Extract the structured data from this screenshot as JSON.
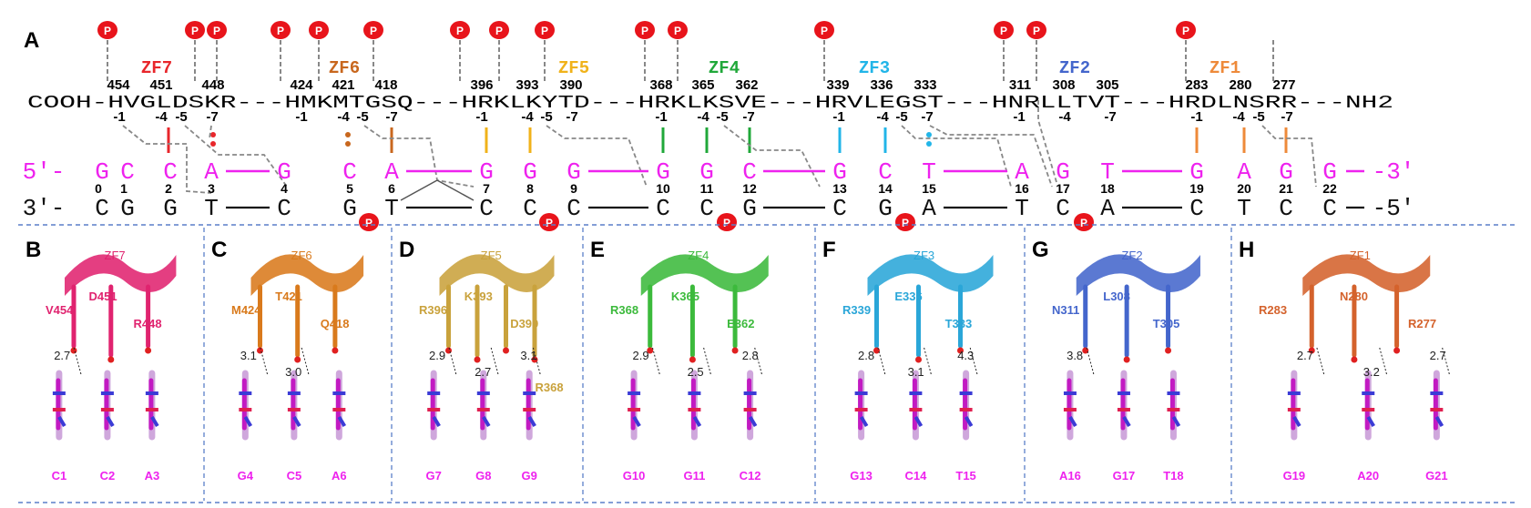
{
  "panel_a": {
    "letter": "A",
    "phospho_mark": "P",
    "fingers": [
      {
        "label": "ZF7",
        "color": "#e8262b"
      },
      {
        "label": "ZF6",
        "color": "#c8671e"
      },
      {
        "label": "ZF5",
        "color": "#f0b21a"
      },
      {
        "label": "ZF4",
        "color": "#20a83a"
      },
      {
        "label": "ZF3",
        "color": "#22b5e8"
      },
      {
        "label": "ZF2",
        "color": "#4466cc"
      },
      {
        "label": "ZF1",
        "color": "#ee8a3a"
      }
    ],
    "residue_numbers": [
      "454",
      "451",
      "448",
      "424",
      "421",
      "418",
      "396",
      "393",
      "390",
      "368",
      "365",
      "362",
      "339",
      "336",
      "333",
      "311",
      "308",
      "305",
      "283",
      "280",
      "277"
    ],
    "protein_sequence": "COOH-HVGLDSKR---HMKMTGSQ---HRKLKYTD---HRKLKSVE---HRVLEGST---HNRLLTVT---HRDLNSRR---NH2",
    "positions": [
      "-1",
      "-4",
      "-5",
      "-7",
      "-1",
      "-4",
      "-5",
      "-7",
      "-1",
      "-4",
      "-5",
      "-7",
      "-1",
      "-4",
      "-5",
      "-7",
      "-1",
      "-4",
      "-5",
      "-7",
      "-1",
      "-4",
      "-7",
      "-1",
      "-4",
      "-5",
      "-7"
    ],
    "top_strand": [
      "5′-",
      "G",
      "C",
      "C",
      "A",
      "G",
      "C",
      "A",
      "G",
      "G",
      "G",
      "G",
      "G",
      "C",
      "G",
      "C",
      "T",
      "A",
      "G",
      "T",
      "G",
      "A",
      "G",
      "G",
      "-3′"
    ],
    "base_numbers": [
      "0",
      "1",
      "2",
      "3",
      "4",
      "5",
      "6",
      "7",
      "8",
      "9",
      "10",
      "11",
      "12",
      "13",
      "14",
      "15",
      "16",
      "17",
      "18",
      "19",
      "20",
      "21",
      "22"
    ],
    "bottom_strand": [
      "3′-",
      "C",
      "G",
      "G",
      "T",
      "C",
      "G",
      "T",
      "C",
      "C",
      "C",
      "C",
      "C",
      "G",
      "C",
      "G",
      "A",
      "T",
      "C",
      "A",
      "C",
      "T",
      "C",
      "C",
      "-5′"
    ]
  },
  "panels": [
    {
      "letter": "B",
      "finger": "ZF7",
      "color": "#e0236f",
      "residues": [
        "V454",
        "D451",
        "R448"
      ],
      "distances": [
        "2.7"
      ],
      "bases": [
        "C1",
        "C2",
        "A3"
      ]
    },
    {
      "letter": "C",
      "finger": "ZF6",
      "color": "#d97a1c",
      "residues": [
        "M424",
        "T421",
        "Q418"
      ],
      "distances": [
        "3.1",
        "3.0"
      ],
      "bases": [
        "G4",
        "C5",
        "A6"
      ]
    },
    {
      "letter": "D",
      "finger": "ZF5",
      "color": "#c9a23c",
      "residues": [
        "R396",
        "K393",
        "D390",
        "R368"
      ],
      "distances": [
        "2.9",
        "2.7",
        "3.1"
      ],
      "bases": [
        "G7",
        "G8",
        "G9"
      ]
    },
    {
      "letter": "E",
      "finger": "ZF4",
      "color": "#3cba3c",
      "residues": [
        "R368",
        "K365",
        "E362"
      ],
      "distances": [
        "2.9",
        "2.5",
        "2.8"
      ],
      "bases": [
        "G10",
        "G11",
        "C12"
      ]
    },
    {
      "letter": "F",
      "finger": "ZF3",
      "color": "#2aa6d8",
      "residues": [
        "R339",
        "E336",
        "T333"
      ],
      "distances": [
        "2.8",
        "3.1",
        "4.3"
      ],
      "bases": [
        "G13",
        "C14",
        "T15"
      ]
    },
    {
      "letter": "G",
      "finger": "ZF2",
      "color": "#4466cc",
      "residues": [
        "N311",
        "L308",
        "T305"
      ],
      "distances": [
        "3.8"
      ],
      "bases": [
        "A16",
        "G17",
        "T18"
      ]
    },
    {
      "letter": "H",
      "finger": "ZF1",
      "color": "#d4622c",
      "residues": [
        "R283",
        "N280",
        "R277"
      ],
      "distances": [
        "2.7",
        "3.2",
        "2.7"
      ],
      "bases": [
        "G19",
        "A20",
        "G21"
      ]
    }
  ],
  "colors": {
    "dna": "#ee22ee",
    "phospho": "#e8141b",
    "dash": "#888888",
    "divider": "#5a7fc8"
  }
}
